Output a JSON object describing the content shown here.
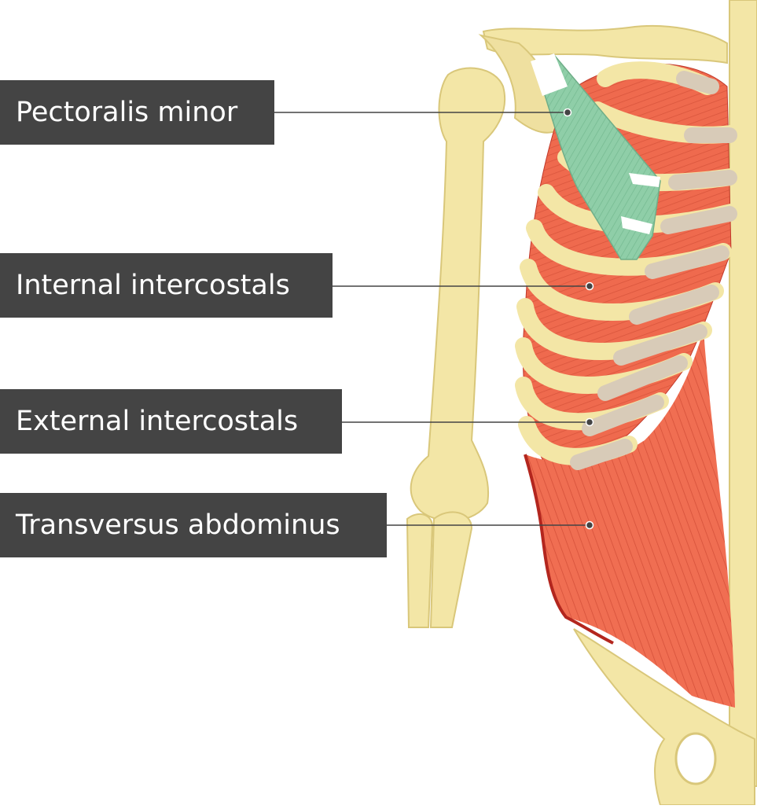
{
  "labels": {
    "pectoralis_minor": "Pectoralis minor",
    "internal_intercostals": "Internal intercostals",
    "external_intercostals": "External intercostals",
    "transversus_abdominus": "Transversus abdominus"
  },
  "colors": {
    "bone": "#f3e6a6",
    "bone_outline": "#d9c77a",
    "cartilage": "#d8cbb8",
    "muscle": "#ef6a4e",
    "muscle_dark": "#c0392b",
    "pec_minor": "#8fcea8",
    "label_bg": "#444444",
    "label_text": "#ffffff",
    "leader": "#444444"
  }
}
